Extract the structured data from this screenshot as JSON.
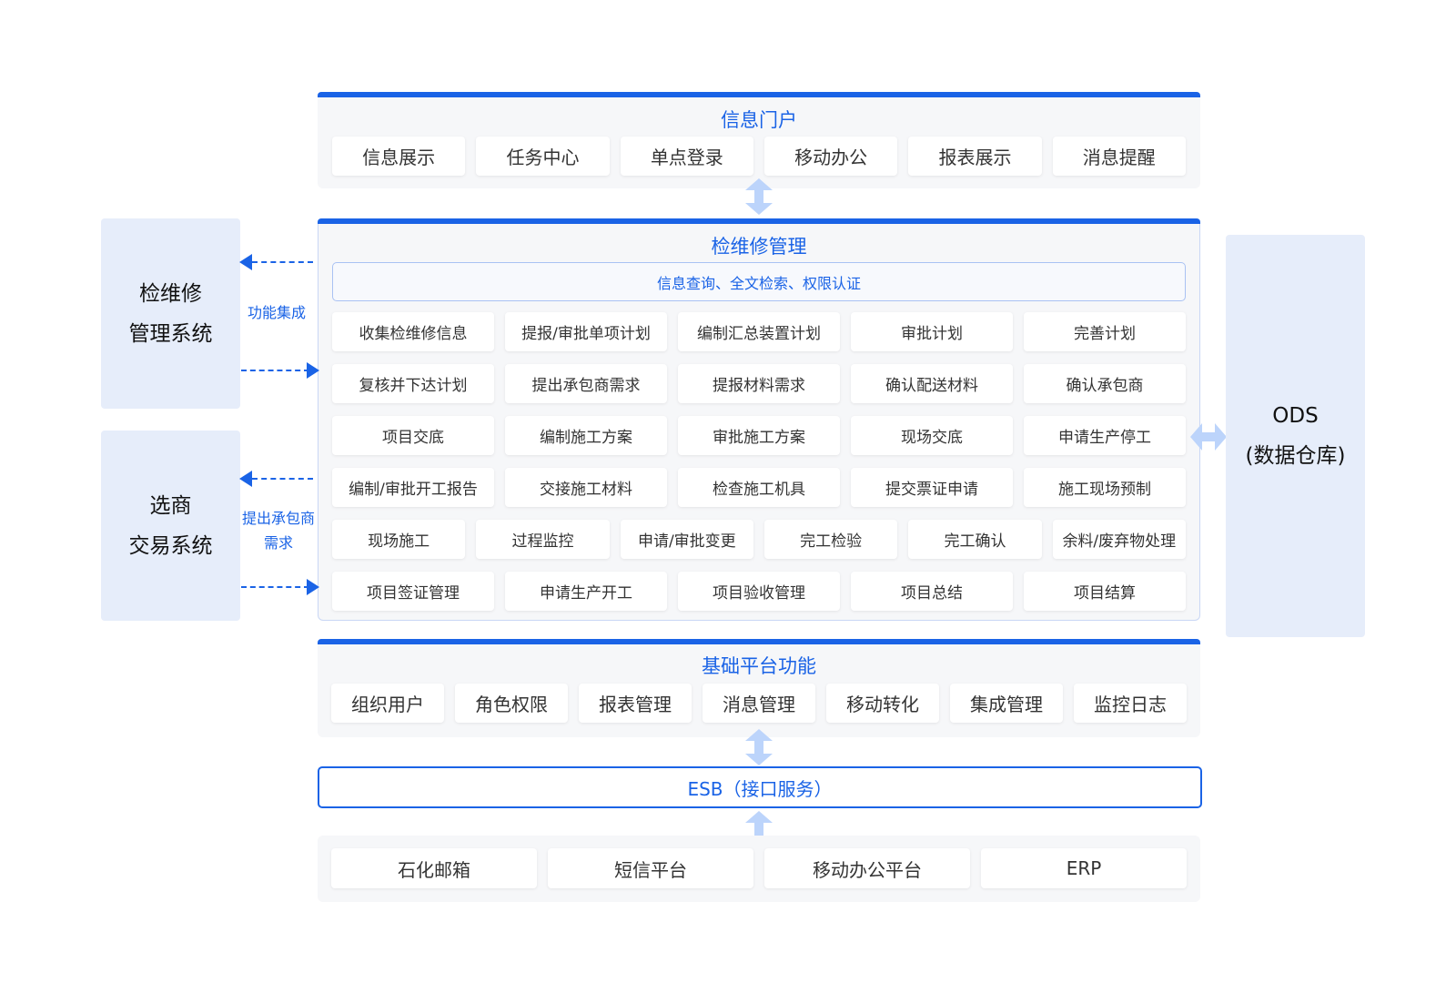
{
  "portal": {
    "title": "信息门户",
    "items": [
      "信息展示",
      "任务中心",
      "单点登录",
      "移动办公",
      "报表展示",
      "消息提醒"
    ]
  },
  "maint": {
    "title": "检维修管理",
    "search": "信息查询、全文检索、权限认证",
    "row1": [
      "收集检维修信息",
      "提报/审批单项计划",
      "编制汇总装置计划",
      "审批计划",
      "完善计划"
    ],
    "row2": [
      "复核并下达计划",
      "提出承包商需求",
      "提报材料需求",
      "确认配送材料",
      "确认承包商"
    ],
    "row3": [
      "项目交底",
      "编制施工方案",
      "审批施工方案",
      "现场交底",
      "申请生产停工"
    ],
    "row4": [
      "编制/审批开工报告",
      "交接施工材料",
      "检查施工机具",
      "提交票证申请",
      "施工现场预制"
    ],
    "row5": [
      "现场施工",
      "过程监控",
      "申请/审批变更",
      "完工检验",
      "完工确认",
      "余料/废弃物处理"
    ],
    "row6": [
      "项目签证管理",
      "申请生产开工",
      "项目验收管理",
      "项目总结",
      "项目结算"
    ]
  },
  "base": {
    "title": "基础平台功能",
    "items": [
      "组织用户",
      "角色权限",
      "报表管理",
      "消息管理",
      "移动转化",
      "集成管理",
      "监控日志"
    ]
  },
  "esb": {
    "label": "ESB（接口服务）"
  },
  "external": {
    "items": [
      "石化邮箱",
      "短信平台",
      "移动办公平台",
      "ERP"
    ]
  },
  "left_systems": {
    "sys1": {
      "line1": "检维修",
      "line2": "管理系统",
      "link_label": "功能集成"
    },
    "sys2": {
      "line1": "选商",
      "line2": "交易系统",
      "link_label_1": "提出承包商",
      "link_label_2": "需求"
    }
  },
  "ods": {
    "line1": "ODS",
    "line2": "(数据仓库)"
  },
  "colors": {
    "accent": "#1a63e6",
    "panel": "#f6f7f9",
    "side": "#e6edfa",
    "arrow": "#bcd4fb"
  }
}
